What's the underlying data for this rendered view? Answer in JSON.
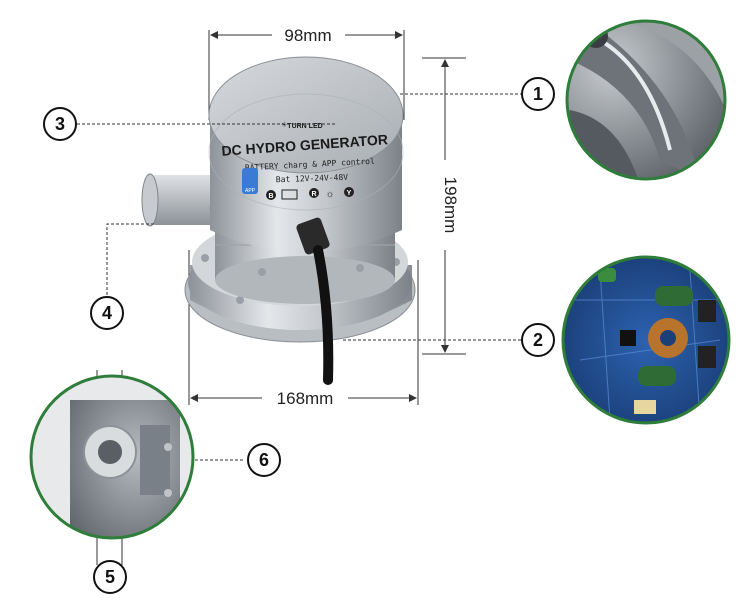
{
  "dimensions": {
    "width_top": "98mm",
    "height": "198mm",
    "width_bottom": "168mm"
  },
  "product_label": {
    "brand": "TURN LED",
    "title": "DC HYDRO GENERATOR",
    "line1": "BATTERY charg & APP control",
    "line2": "Bat 12V-24V-48V",
    "app_text": "APP",
    "terminal_b": "B",
    "terminal_r": "R",
    "terminal_y": "Y"
  },
  "callouts": {
    "c1": "1",
    "c2": "2",
    "c3": "3",
    "c4": "4",
    "c5": "5",
    "c6": "6"
  },
  "colors": {
    "ring_green": "#2f7d3a",
    "housing": "#c9cdd1",
    "pcb_blue": "#1f4a8c"
  }
}
